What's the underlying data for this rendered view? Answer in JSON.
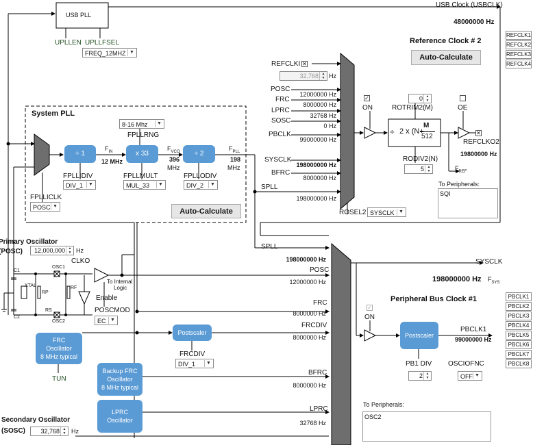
{
  "usbpll": {
    "title": "USB PLL",
    "uplen": "UPLLEN",
    "upllfsel": "UPLLFSEL",
    "fsel_value": "FREQ_12MHZ",
    "out_label": "USB Clock (USBCLK)",
    "out_freq": "48000000 Hz"
  },
  "refclk": {
    "title": "Reference Clock # 2",
    "auto_btn": "Auto-Calculate",
    "refclki": "REFCLKI",
    "refclki_value": "32,768",
    "hz": "Hz",
    "inputs": [
      {
        "name": "POSC",
        "freq": "12000000 Hz"
      },
      {
        "name": "FRC",
        "freq": "8000000 Hz"
      },
      {
        "name": "LPRC",
        "freq": "32768 Hz"
      },
      {
        "name": "SOSC",
        "freq": "0 Hz"
      },
      {
        "name": "PBCLK",
        "freq": "99000000 Hz"
      },
      {
        "name": "SYSCLK",
        "freq": "198000000 Hz"
      },
      {
        "name": "BFRC",
        "freq": "8000000 Hz"
      },
      {
        "name": "SPLL",
        "freq": "198000000 Hz"
      }
    ],
    "on": "ON",
    "rotrim": "ROTRIM2(M)",
    "rotrim_value": "0",
    "rodiv": "RODIV2(N)",
    "rodiv_value": "5",
    "div_text": "÷",
    "formula_a": "2 x (N+",
    "formula_m": "M",
    "formula_d": "512",
    "oe": "OE",
    "refclko": "REFCLKO2",
    "refclko_freq": "19800000 Hz",
    "fref": "F",
    "fref_sub": "REF",
    "to_periph": "To Peripherals:",
    "periph_value": "SQI",
    "rosel": "ROSEL2",
    "rosel_value": "SYSCLK",
    "tabs": [
      "REFCLK1",
      "REFCLK2",
      "REFCLK3",
      "REFCLK4"
    ]
  },
  "syspll": {
    "title": "System PLL",
    "pllrng_label": "FPLLRNG",
    "pllrng_value": "8-16 Mhz",
    "idiv_block": "÷ 1",
    "mult_block": "x 33",
    "odiv_block": "÷ 2",
    "fin": "F",
    "fin_sub": "IN",
    "fin_val": "12 MHz",
    "fvco": "F",
    "fvco_sub": "VCO",
    "fvco_val": "396",
    "fvco_unit": "MHz",
    "fpll": "F",
    "fpll_sub": "PLL",
    "fpll_val": "198",
    "fpll_unit": "MHz",
    "idiv_label": "FPLLIDIV",
    "idiv_value": "DIV_1",
    "mult_label": "FPLLMULT",
    "mult_value": "MUL_33",
    "odiv_label": "FPLLODIV",
    "odiv_value": "DIV_2",
    "iclk_label": "FPLLICLK",
    "iclk_value": "POSC",
    "auto_btn": "Auto-Calculate",
    "spll": "SPLL",
    "spll_freq": "198000000 Hz"
  },
  "posc": {
    "title": "Primary Oscillator",
    "title2": "(POSC)",
    "value": "12,000,000",
    "hz": "Hz",
    "clko": "CLKO",
    "osc1": "OSC1",
    "osc2": "OSC2",
    "c1": "C1",
    "c2": "C2",
    "xtal": "XTAL",
    "rp": "RP",
    "rf": "RF",
    "rs": "RS",
    "to_internal": "To Internal",
    "logic": "Logic",
    "enable": "Enable",
    "poscmod": "POSCMOD",
    "poscmod_value": "EC"
  },
  "sysclk": {
    "spll": "SPLL",
    "spll_freq": "198000000 Hz",
    "posc": "POSC",
    "posc_freq": "12000000 Hz",
    "frc": "FRC",
    "frc_freq": "8000000 Hz",
    "frcdiv": "FRCDIV",
    "frcdiv_freq": "8000000 Hz",
    "bfrc": "BFRC",
    "bfrc_freq": "8000000 Hz",
    "lprc": "LPRC",
    "lprc_freq": "32768 Hz",
    "out": "SYSCLK",
    "out_freq": "198000000 Hz",
    "fsys": "F",
    "fsys_sub": "SYS"
  },
  "frc": {
    "block": "FRC\nOscillator\n8 MHz typical",
    "tun": "TUN",
    "postscaler": "Postscaler",
    "frcdiv_label": "FRCDIV",
    "frcdiv_value": "DIV_1"
  },
  "bfrc": {
    "block": "Backup FRC\nOscillator\n8 MHz typical"
  },
  "lprc": {
    "block": "LPRC\nOscillator"
  },
  "sosc": {
    "title": "Secondary Oscillator",
    "title2": "(SOSC)",
    "value": "32,768",
    "hz": "Hz"
  },
  "pbclk": {
    "title": "Peripheral Bus Clock #1",
    "on": "ON",
    "postscaler": "Postscaler",
    "out": "PBCLK1",
    "out_freq": "99000000 Hz",
    "div_label": "PB1 DIV",
    "div_value": "2",
    "osciofnc": "OSCIOFNC",
    "osciofnc_value": "OFF",
    "to_periph": "To Peripherals:",
    "periph_value": "OSC2",
    "tabs": [
      "PBCLK1",
      "PBCLK2",
      "PBCLK3",
      "PBCLK4",
      "PBCLK5",
      "PBCLK6",
      "PBCLK7",
      "PBCLK8"
    ]
  }
}
